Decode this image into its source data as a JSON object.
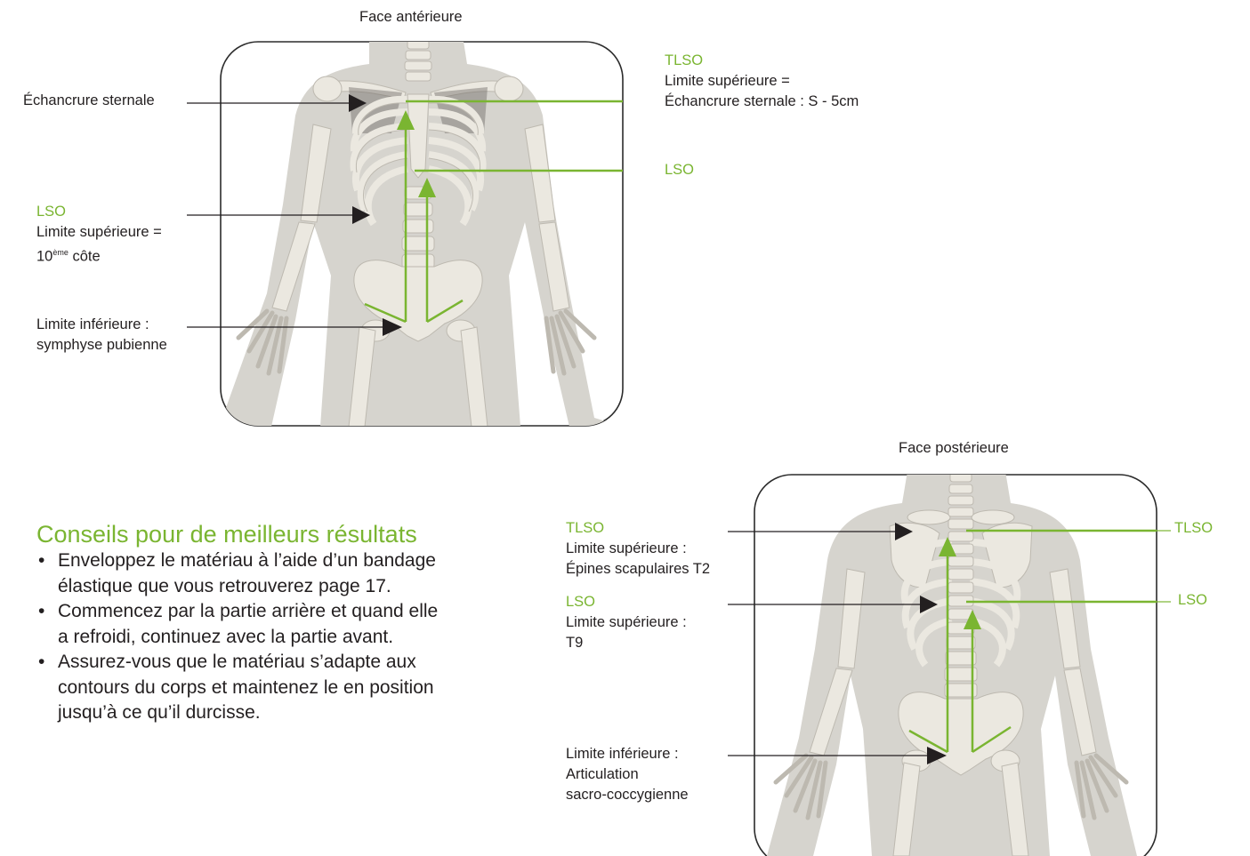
{
  "anterior": {
    "caption": "Face antérieure",
    "echancrure": "Échancrure sternale",
    "lso_title": "LSO",
    "lso_line1": "Limite supérieure =",
    "lso_line2_num": "10",
    "lso_line2_sup": "ème",
    "lso_line2_rest": " côte",
    "inf_line1": "Limite inférieure :",
    "inf_line2": "symphyse pubienne",
    "tlso_title": "TLSO",
    "tlso_line1": "Limite supérieure =",
    "tlso_line2": "Échancrure sternale :  S - 5cm",
    "lso_right": "LSO"
  },
  "posterior": {
    "caption": "Face postérieure",
    "tlso_title": "TLSO",
    "tlso_line1": "Limite supérieure :",
    "tlso_line2": "Épines scapulaires T2",
    "lso_title": "LSO",
    "lso_line1": "Limite supérieure :",
    "lso_line2": "T9",
    "inf_line1": "Limite inférieure :",
    "inf_line2": "Articulation",
    "inf_line3": "sacro-coccygienne",
    "tlso_right": "TLSO",
    "lso_right": "LSO"
  },
  "tips": {
    "title": "Conseils pour de meilleurs résultats",
    "items": [
      {
        "l1": "Enveloppez le matériau à l’aide d’un bandage",
        "l2": "élastique que vous retrouverez page 17."
      },
      {
        "l1": "Commencez par la partie arrière et quand elle",
        "l2": "a refroidi, continuez avec la partie avant."
      },
      {
        "l1": "Assurez-vous que le matériau s’adapte aux",
        "l2": "contours du corps et maintenez le en position",
        "l3": "jusqu’à ce qu’il durcisse."
      }
    ]
  },
  "colors": {
    "accent_green": "#7ab531",
    "arrow_dark": "#231f20",
    "bone": "#e9e6de",
    "silhouette": "#d4d2cc"
  }
}
